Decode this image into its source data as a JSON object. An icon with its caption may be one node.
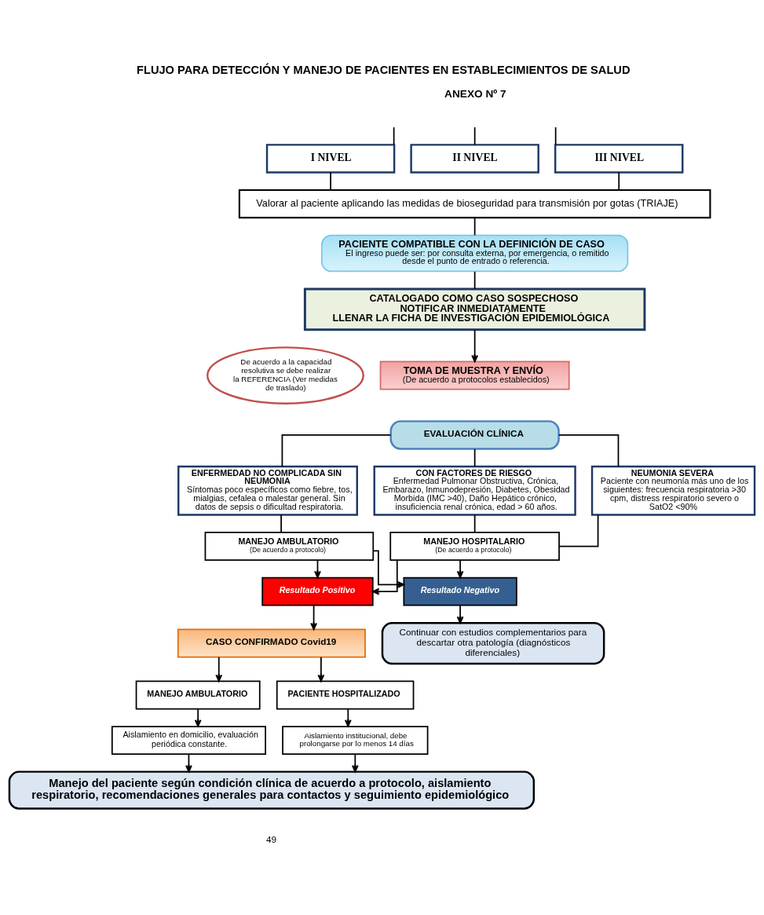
{
  "diagram": {
    "title": "FLUJO PARA DETECCIÓN Y MANEJO DE PACIENTES EN ESTABLECIMIENTOS DE SALUD",
    "nodes": [
      {
        "text": [
          "I NIVEL"
        ]
      },
      {
        "text": [
          "II NIVEL"
        ]
      },
      {
        "text": [
          "III NIVEL"
        ]
      },
      {
        "text": [
          "Valorar al paciente aplicando las medidas de bioseguridad para transmisión por gotas (TRIAJE)"
        ]
      },
      {
        "text": [
          "PACIENTE COMPATIBLE CON LA DEFINICIÓN DE CASO",
          "El ingreso puede ser: por consulta externa, por emergencia, o remitido desde el punto de entrado o referencia."
        ]
      },
      {
        "text": [
          "CATALOGADO COMO CASO SOSPECHOSO",
          "NOTIFICAR INMEDIATAMENTE",
          "LLENAR LA FICHA DE INVESTIGACIÓN EPIDEMIOLÓGICA"
        ]
      },
      {
        "text": [
          "TOMA DE MUESTRA Y ENVÍO",
          "(De acuerdo a protocolos establecidos)"
        ]
      },
      {
        "text": [
          "EVALUACIÓN CLÍNICA"
        ]
      },
      {
        "text": [
          "De acuerdo a la capacidad resolutiva se debe realizar la REFERENCIA (Ver medidas de traslado)"
        ]
      },
      {
        "text": [
          "ENFERMEDAD NO COMPLICADA SIN NEUMONIA",
          "Síntomas poco específicos como fiebre, tos, mialgias, cefalea o malestar general. Sin datos de sepsis o dificultad respiratoria."
        ]
      },
      {
        "text": [
          "CON FACTORES DE RIESGO",
          "Enfermedad Pulmonar Obstructiva, Crónica, Embarazo, Inmunodepresión, Diabetes, Obesidad Morbida (IMC >40), Daño Hepático crónico, insuficiencia renal crónica, edad > 60 años."
        ]
      },
      {
        "text": [
          "NEUMONIA SEVERA",
          "Paciente con neumonía más uno de los siguientes: frecuencia respiratoria >30 cpm, distress respiratorio severo o SatO2 <90%"
        ]
      },
      {
        "text": [
          "MANEJO AMBULATORIO",
          "(De acuerdo a protocolo)"
        ]
      },
      {
        "text": [
          "MANEJO HOSPITALARIO",
          "(De acuerdo a protocolo)"
        ]
      },
      {
        "text": [
          "Resultado Positivo"
        ]
      },
      {
        "text": [
          "Resultado Negativo"
        ]
      },
      {
        "text": [
          "CASO CONFIRMADO Covid19"
        ]
      },
      {
        "text": [
          "Continuar con estudios complementarios para descartar otra patología (diagnósticos diferenciales)"
        ]
      },
      {
        "text": [
          "MANEJO AMBULATORIO"
        ]
      },
      {
        "text": [
          "PACIENTE HOSPITALIZADO"
        ]
      },
      {
        "text": [
          "Aislamiento en domicilio, evaluación periódica constante."
        ]
      },
      {
        "text": [
          "Aislamiento institucional, debe prolongarse por lo menos 14 días"
        ]
      },
      {
        "text": [
          "Manejo del paciente según condición clínica de acuerdo a protocolo, aislamiento respiratorio, recomendaciones generales para contactos y seguimiento epidemiológico"
        ]
      }
    ],
    "edges": [
      {
        "from": null,
        "to": 0,
        "arrow": "none"
      },
      {
        "from": null,
        "to": 1,
        "arrow": "none"
      },
      {
        "from": null,
        "to": 2,
        "arrow": "none"
      },
      {
        "from": 0,
        "to": 3,
        "arrow": "none"
      },
      {
        "from": 2,
        "to": 3,
        "arrow": "none"
      },
      {
        "from": 3,
        "to": 4,
        "arrow": "none"
      },
      {
        "from": 4,
        "to": 5,
        "arrow": "none"
      },
      {
        "from": 5,
        "to": 6,
        "arrow": "to"
      },
      {
        "from": 7,
        "to": 9,
        "arrow": "none"
      },
      {
        "from": 7,
        "to": 10,
        "arrow": "none"
      },
      {
        "from": 7,
        "to": 11,
        "arrow": "none"
      },
      {
        "from": 9,
        "to": 12,
        "arrow": "none"
      },
      {
        "from": 10,
        "to": 13,
        "arrow": "none"
      },
      {
        "from": 11,
        "to": 13,
        "arrow": "none"
      },
      {
        "from": 12,
        "to": 14,
        "arrow": "to"
      },
      {
        "from": 12,
        "to": 15,
        "arrow": "to"
      },
      {
        "from": 13,
        "to": 14,
        "arrow": "to"
      },
      {
        "from": 13,
        "to": 15,
        "arrow": "to"
      },
      {
        "from": 14,
        "to": 16,
        "arrow": "to"
      },
      {
        "from": 15,
        "to": 17,
        "arrow": "to"
      },
      {
        "from": 16,
        "to": 18,
        "arrow": "to"
      },
      {
        "from": 16,
        "to": 19,
        "arrow": "to"
      },
      {
        "from": 18,
        "to": 20,
        "arrow": "to"
      },
      {
        "from": 19,
        "to": 21,
        "arrow": "to"
      },
      {
        "from": 20,
        "to": 22,
        "arrow": "to"
      },
      {
        "from": 21,
        "to": 22,
        "arrow": "to"
      }
    ],
    "labels": [
      "ANEXO Nº 7",
      "49"
    ]
  }
}
